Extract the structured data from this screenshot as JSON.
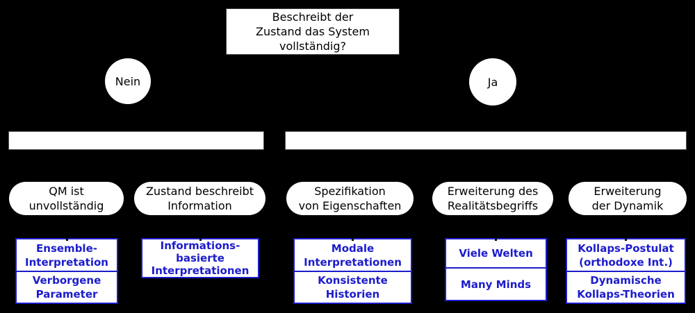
{
  "colors": {
    "background": "#000000",
    "node_fill": "#ffffff",
    "accent_blue": "#1c1ccd",
    "text_black": "#000000"
  },
  "root_question": {
    "lines": [
      "Beschreibt der",
      "Zustand das System",
      "vollständig?"
    ]
  },
  "branches": {
    "no_label": "Nein",
    "yes_label": "Ja"
  },
  "categories": [
    {
      "lines": [
        "QM ist",
        "unvollständig"
      ]
    },
    {
      "lines": [
        "Zustand beschreibt",
        "Information"
      ]
    },
    {
      "lines": [
        "Spezifikation",
        "von Eigenschaften"
      ]
    },
    {
      "lines": [
        "Erweiterung des",
        "Realitätsbegriffs"
      ]
    },
    {
      "lines": [
        "Erweiterung",
        "der Dynamik"
      ]
    }
  ],
  "interpretations": [
    {
      "cells": [
        {
          "lines": [
            "Ensemble-",
            "Interpretation"
          ]
        },
        {
          "lines": [
            "Verborgene",
            "Parameter"
          ]
        }
      ]
    },
    {
      "cells": [
        {
          "lines": [
            "Informations-",
            "basierte",
            "Interpretationen"
          ]
        }
      ]
    },
    {
      "cells": [
        {
          "lines": [
            "Modale",
            "Interpretationen"
          ]
        },
        {
          "lines": [
            "Konsistente",
            "Historien"
          ]
        }
      ]
    },
    {
      "cells": [
        {
          "lines": [
            "Viele Welten"
          ]
        },
        {
          "lines": [
            "Many Minds"
          ]
        }
      ]
    },
    {
      "cells": [
        {
          "lines": [
            "Kollaps-Postulat",
            "(orthodoxe Int.)"
          ]
        },
        {
          "lines": [
            "Dynamische",
            "Kollaps-Theorien"
          ]
        }
      ]
    }
  ]
}
